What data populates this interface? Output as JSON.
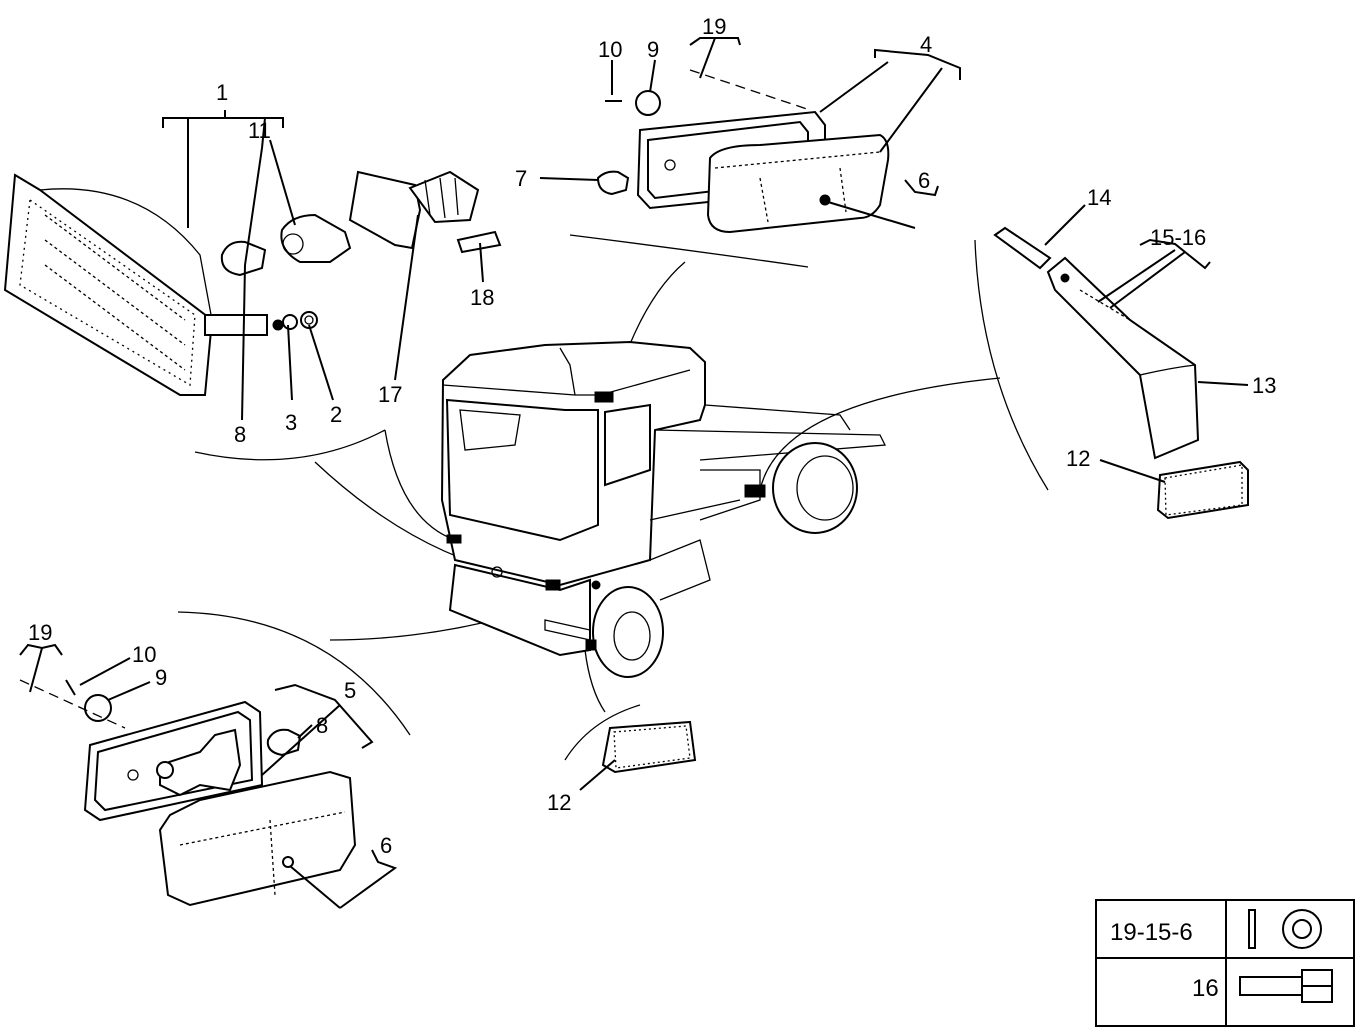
{
  "labels": {
    "l1": "1",
    "l2": "2",
    "l3": "3",
    "l4": "4",
    "l5": "5",
    "l6a": "6",
    "l6b": "6",
    "l7": "7",
    "l8a": "8",
    "l8b": "8",
    "l9a": "9",
    "l9b": "9",
    "l10a": "10",
    "l10b": "10",
    "l11": "11",
    "l12a": "12",
    "l12b": "12",
    "l13": "13",
    "l14": "14",
    "l15_16": "15-16",
    "l17": "17",
    "l18": "18",
    "l19a": "19",
    "l19b": "19"
  },
  "legend": {
    "row1_label": "19-15-6",
    "row2_label": "16",
    "row1_icons": [
      "pin-icon",
      "washer-icon"
    ],
    "row2_icons": [
      "bolt-icon"
    ]
  }
}
